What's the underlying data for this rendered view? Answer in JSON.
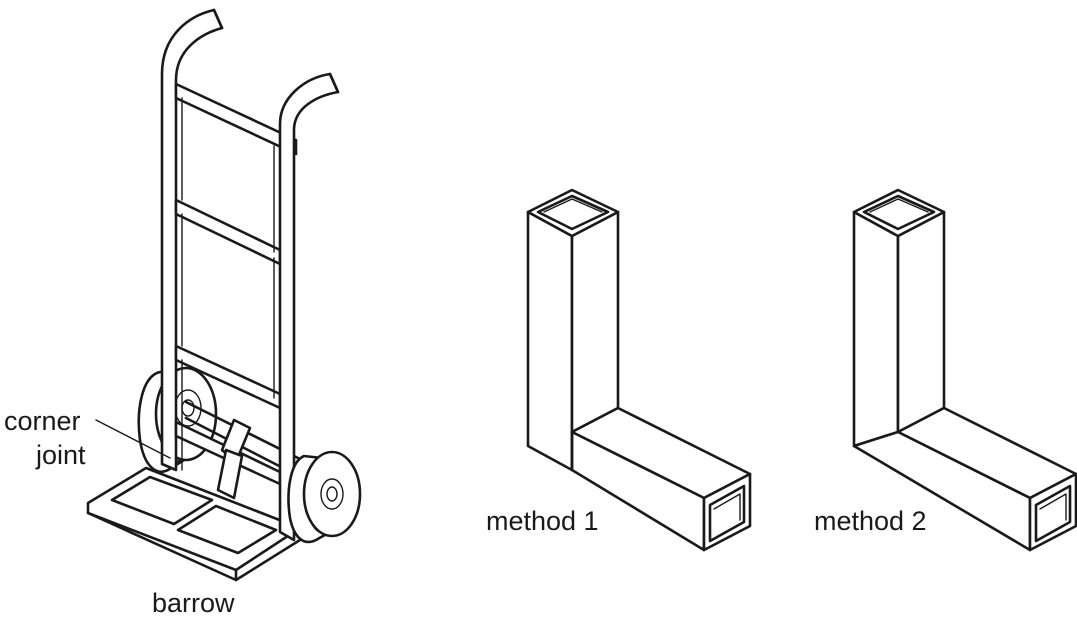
{
  "labels": {
    "corner_line1": "corner",
    "corner_line2": "joint",
    "barrow": "barrow",
    "method1": "method 1",
    "method2": "method 2"
  },
  "colors": {
    "ink": "#1a1a1a",
    "background": "#ffffff"
  }
}
